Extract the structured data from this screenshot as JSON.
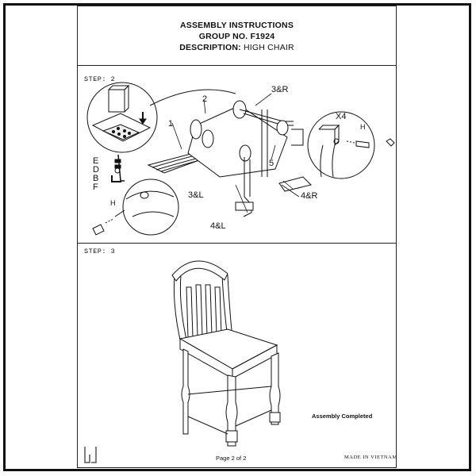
{
  "header": {
    "title": "ASSEMBLY INSTRUCTIONS",
    "group_no": "GROUP NO. F1924",
    "description_label": "DESCRIPTION:",
    "description_value": "HIGH CHAIR"
  },
  "step2": {
    "label": "STEP: 2",
    "callouts": {
      "part1": "1",
      "part2": "2",
      "part3r": "3&R",
      "part3l": "3&L",
      "part4r": "4&R",
      "part4l": "4&L",
      "part5": "5",
      "qty": "X4",
      "hw_h_right": "H",
      "hw_h_left": "H",
      "hw_e": "E",
      "hw_d": "D",
      "hw_b": "B",
      "hw_f": "F"
    }
  },
  "step3": {
    "label": "STEP: 3",
    "completion_text": "Assembly Completed"
  },
  "footer": {
    "page": "Page 2 of 2",
    "made_in": "MADE IN VIETNAM"
  }
}
